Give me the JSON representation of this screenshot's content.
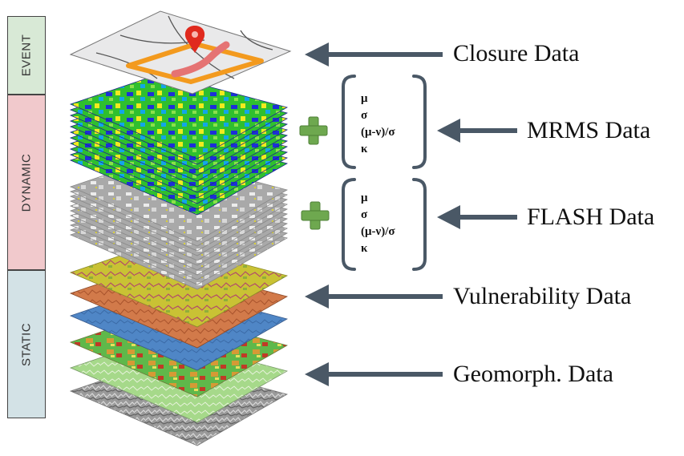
{
  "bands": {
    "event": "EVENT",
    "dynamic": "DYNAMIC",
    "static": "STATIC"
  },
  "labels": {
    "closure": "Closure Data",
    "mrms": "MRMS Data",
    "flash": "FLASH Data",
    "vulnerability": "Vulnerability Data",
    "geomorph": "Geomorph. Data"
  },
  "stats_mrms": [
    "μ",
    "σ",
    "(μ-ν)/σ",
    "κ"
  ],
  "stats_flash": [
    "μ",
    "σ",
    "(μ-ν)/σ",
    "κ"
  ],
  "colors": {
    "event_band": "#d8e9d6",
    "dynamic_band": "#f1c9cc",
    "static_band": "#d3e2e6",
    "arrow": "#4a5866",
    "plus": "#6ea84f",
    "pin": "#e02a1e",
    "box": "#f39a1e"
  }
}
